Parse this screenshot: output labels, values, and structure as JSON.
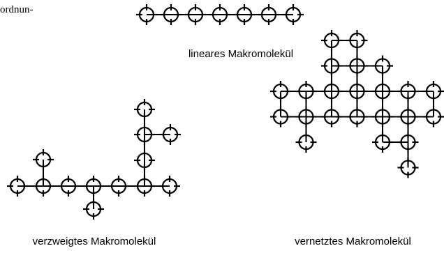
{
  "fragment_text": "ordnun-",
  "captions": {
    "linear": "lineares Makromolekül",
    "branched": "verzweigtes Makromolekül",
    "network": "vernetztes Makromolekül"
  },
  "colors": {
    "stroke": "#000000",
    "background": "#ffffff"
  }
}
